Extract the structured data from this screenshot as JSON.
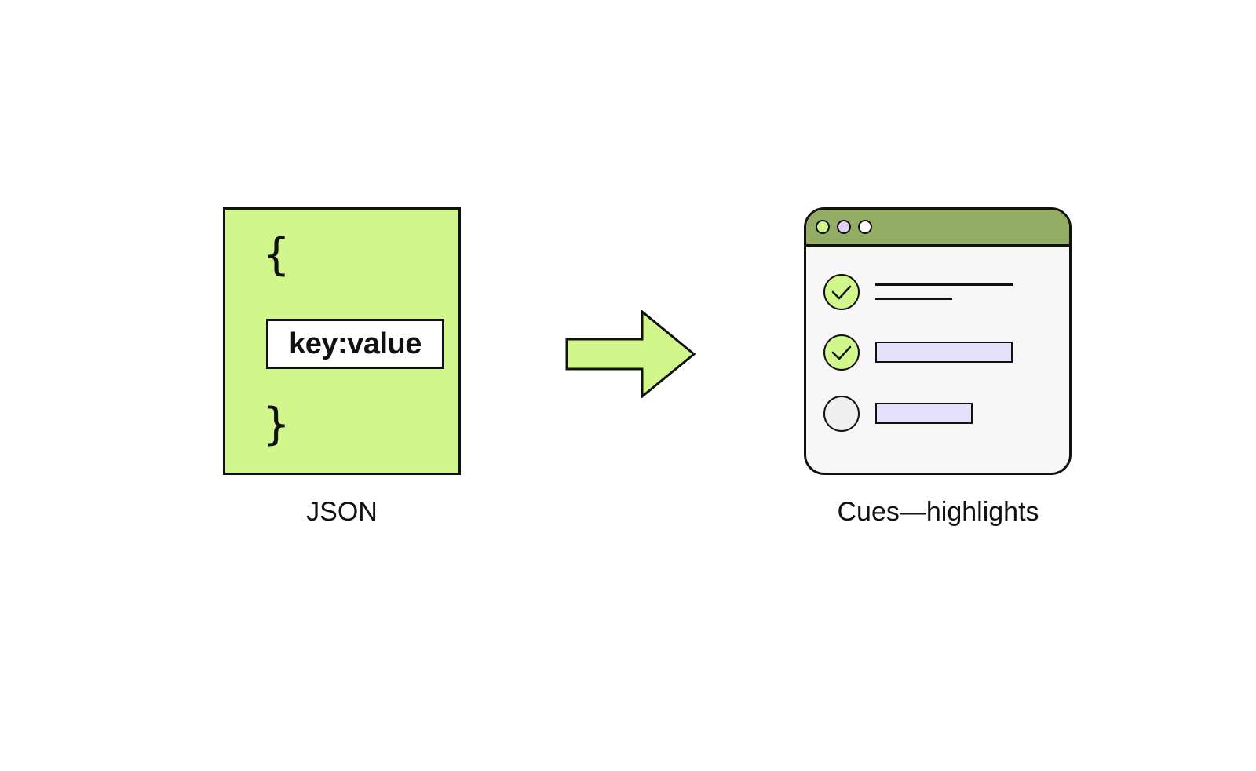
{
  "json_panel": {
    "open_brace": "{",
    "key_value": "key:value",
    "close_brace": "}",
    "caption": "JSON"
  },
  "arrow": {
    "icon": "right-arrow-icon"
  },
  "browser_panel": {
    "caption": "Cues—highlights",
    "items": [
      {
        "state": "checked",
        "content": "text-lines"
      },
      {
        "state": "checked",
        "content": "highlight-bar"
      },
      {
        "state": "unchecked",
        "content": "highlight-bar"
      }
    ]
  },
  "colors": {
    "lime": "#d1f68c",
    "olive": "#93ae64",
    "window_bg": "#f7f7f7",
    "highlight": "#e6e0fb",
    "dot_purple": "#ddd0f2",
    "unchecked_fill": "#efefef",
    "stroke": "#111111"
  }
}
